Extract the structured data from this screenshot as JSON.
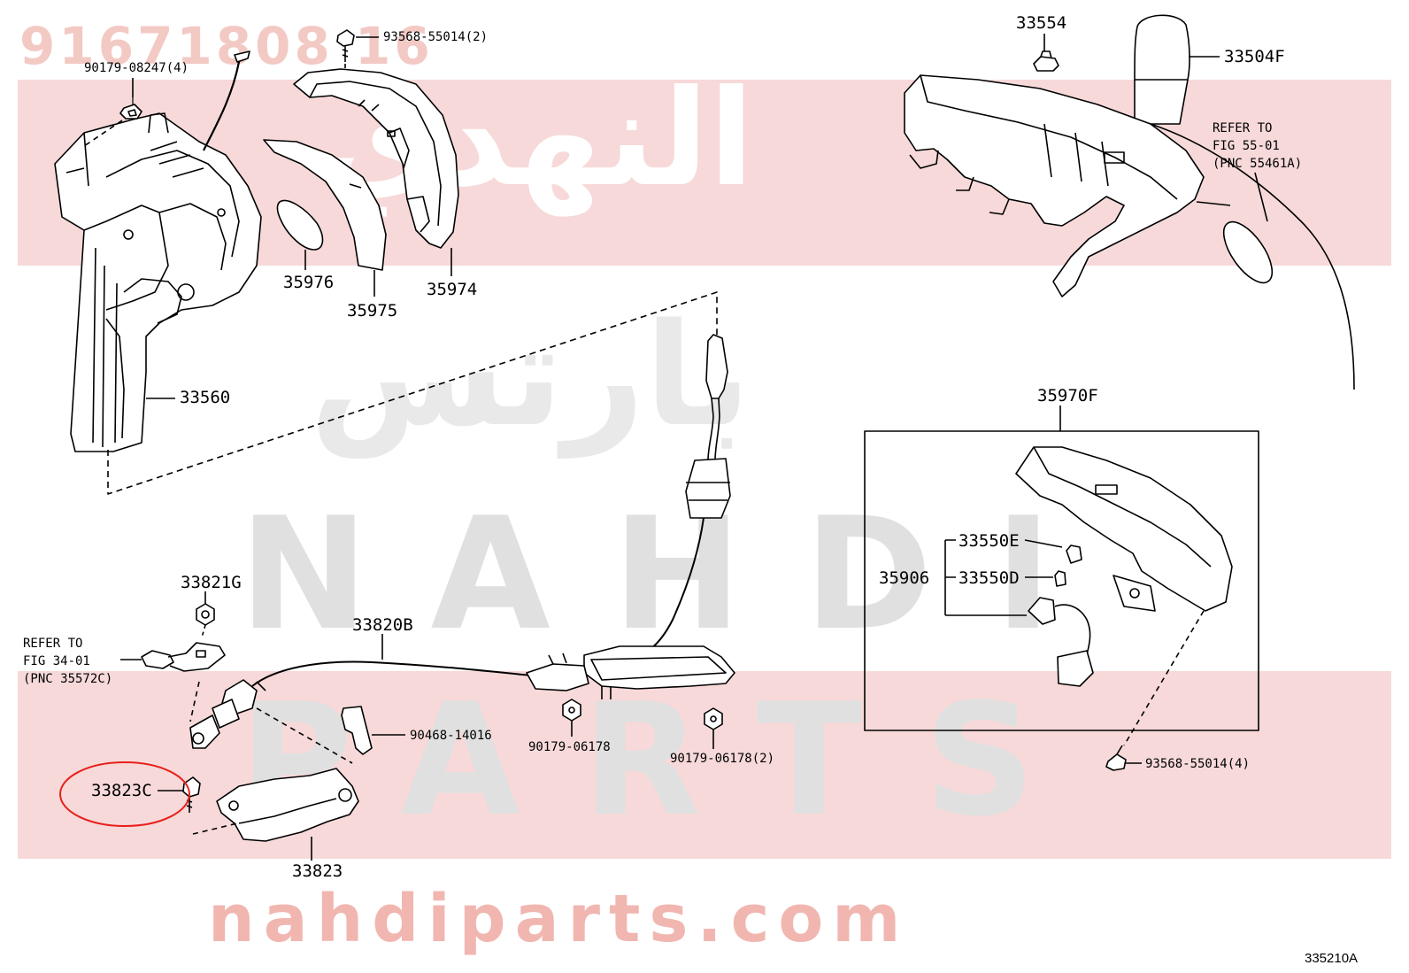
{
  "watermark": {
    "part_number": "91671808 16",
    "arabic_top": "النهدي",
    "arabic_mid": "بارتس",
    "brand_word_1": "NAHDI",
    "brand_word_2": "PARTS",
    "domain": "nahdiparts.com"
  },
  "figure_code": "335210A",
  "labels": {
    "p90179_08247": "90179-08247(4)",
    "p93568_55014_2": "93568-55014(2)",
    "p33554": "33554",
    "p33504F": "33504F",
    "refer_fig_55": "REFER TO\nFIG 55-01\n(PNC 55461A)",
    "p35976": "35976",
    "p35975": "35975",
    "p35974": "35974",
    "p33560": "33560",
    "p35970F": "35970F",
    "p33550E": "33550E",
    "p35906": "35906",
    "p33550D": "33550D",
    "p33821G": "33821G",
    "refer_fig_34": "REFER TO\nFIG 34-01\n(PNC 35572C)",
    "p33820B": "33820B",
    "p90468_14016": "90468-14016",
    "p90179_06178": "90179-06178",
    "p90179_06178_2": "90179-06178(2)",
    "p93568_55014_4": "93568-55014(4)",
    "p33823C": "33823C",
    "p33823": "33823"
  },
  "highlight": {
    "target_part": "33823C",
    "color": "#e8201c"
  }
}
